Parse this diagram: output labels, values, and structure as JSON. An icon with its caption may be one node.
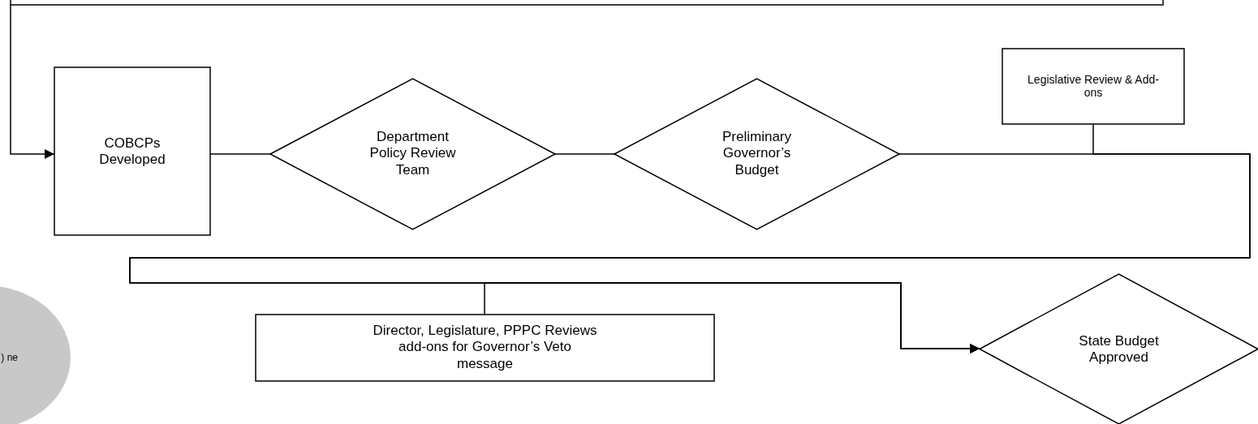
{
  "diagram": {
    "nodes": [
      {
        "text": [],
        "shape": "box"
      },
      {
        "text": [
          "COBCPs Developed"
        ]
      },
      {
        "text": [
          "Department Policy Review Team"
        ]
      },
      {
        "text": [
          "Preliminary Governor’s Budget"
        ]
      },
      {
        "text": [
          "Legislative Review & Add-ons"
        ]
      },
      {
        "text": [
          ") ne"
        ]
      },
      {
        "text": [
          "Director, Legislature, PPPC Reviews add-ons for Governor’s Veto message"
        ]
      },
      {
        "text": [
          "State Budget Approved"
        ]
      }
    ],
    "edges": [
      {
        "from": 0,
        "to": 1,
        "arrow": "to"
      },
      {
        "from": 1,
        "to": 2,
        "arrow": "none"
      },
      {
        "from": 2,
        "to": 3,
        "arrow": "none"
      },
      {
        "from": 3,
        "to": 7,
        "arrow": "to"
      },
      {
        "from": 4,
        "to": 7,
        "arrow": "to"
      },
      {
        "from": 6,
        "to": 7,
        "arrow": "to"
      }
    ]
  }
}
